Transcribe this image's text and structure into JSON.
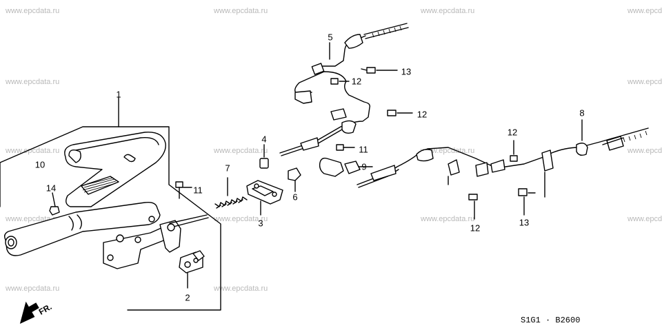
{
  "watermarks": [
    "www.epcdata.ru",
    "www.epcdata.ru",
    "www.epcdata.ru",
    "www.epcdata.ru",
    "www.epcdata.ru",
    "www.epcdata.ru",
    "www.epcdata.ru",
    "www.epcdata.ru",
    "www.epcdata.ru",
    "www.epcdata.ru",
    "www.epcdata.ru",
    "www.epcdata.ru",
    "www.epcdata.ru",
    "www.epcdata.ru",
    "www.epcdata.ru",
    "www.epcdata.ru"
  ],
  "callouts": {
    "c1": "1",
    "c2": "2",
    "c3": "3",
    "c4": "4",
    "c5": "5",
    "c6": "6",
    "c7": "7",
    "c8": "8",
    "c9": "9",
    "c10": "10",
    "c11a": "11",
    "c11b": "11",
    "c12a": "12",
    "c12b": "12",
    "c12c": "12",
    "c12d": "12",
    "c13a": "13",
    "c13b": "13",
    "c14": "14"
  },
  "direction_label": "FR.",
  "diagram_code": "S1G1 · B2600"
}
